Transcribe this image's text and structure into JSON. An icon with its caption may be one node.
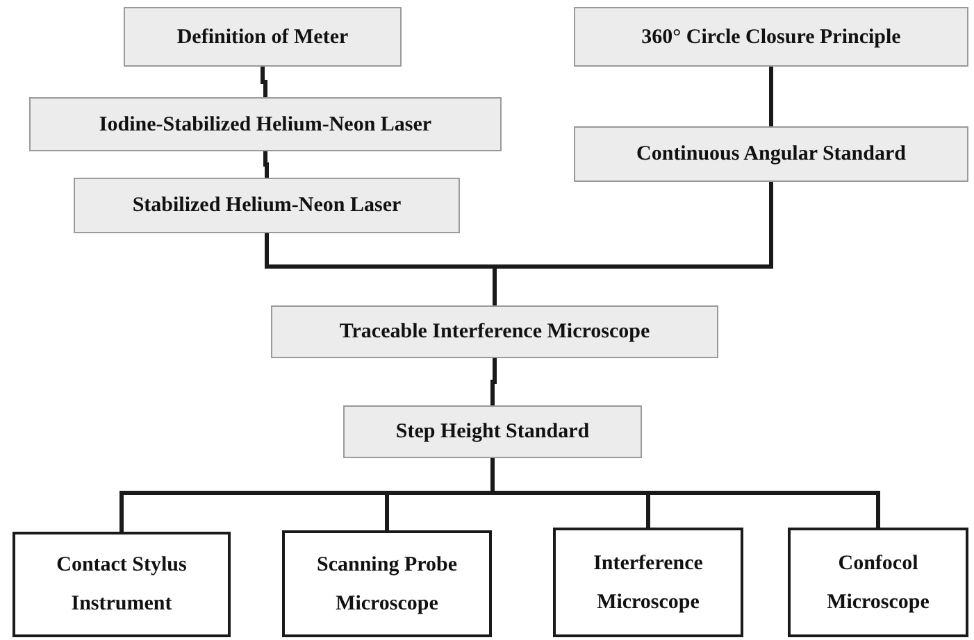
{
  "diagram": {
    "nodes": [
      {
        "text": [
          "Definition of Meter"
        ]
      },
      {
        "text": [
          "Iodine-Stabilized Helium-Neon Laser"
        ]
      },
      {
        "text": [
          "Stabilized Helium-Neon Laser"
        ]
      },
      {
        "text": [
          "360° Circle Closure Principle"
        ]
      },
      {
        "text": [
          "Continuous Angular Standard"
        ]
      },
      {
        "text": [
          "Traceable Interference Microscope"
        ]
      },
      {
        "text": [
          "Step Height Standard"
        ]
      },
      {
        "text": [
          "Contact Stylus Instrument"
        ]
      },
      {
        "text": [
          "Scanning Probe Microscope"
        ]
      },
      {
        "text": [
          "Interference Microscope"
        ]
      },
      {
        "text": [
          "Confocol Microscope"
        ]
      }
    ],
    "edges": [
      {
        "from": 0,
        "to": 1,
        "arrow": "none"
      },
      {
        "from": 1,
        "to": 2,
        "arrow": "none"
      },
      {
        "from": 3,
        "to": 4,
        "arrow": "none"
      },
      {
        "from": 2,
        "to": 5,
        "arrow": "none"
      },
      {
        "from": 4,
        "to": 5,
        "arrow": "none"
      },
      {
        "from": 5,
        "to": 6,
        "arrow": "none"
      },
      {
        "from": 6,
        "to": 7,
        "arrow": "none"
      },
      {
        "from": 6,
        "to": 8,
        "arrow": "none"
      },
      {
        "from": 6,
        "to": 9,
        "arrow": "none"
      },
      {
        "from": 6,
        "to": 10,
        "arrow": "none"
      }
    ]
  }
}
